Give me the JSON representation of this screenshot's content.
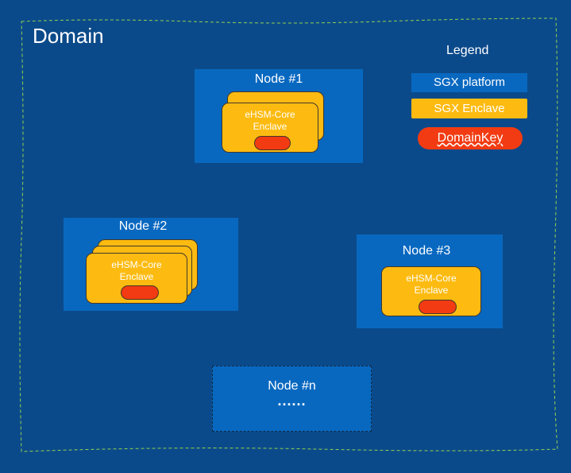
{
  "domain": {
    "title": "Domain"
  },
  "legend": {
    "title": "Legend",
    "platform_label": "SGX platform",
    "enclave_label": "SGX Enclave",
    "key_label": "DomainKey"
  },
  "nodes": [
    {
      "title": "Node #1",
      "enclave_label": "eHSM-Core\nEnclave"
    },
    {
      "title": "Node #2",
      "enclave_label": "eHSM-Core\nEnclave"
    },
    {
      "title": "Node #3",
      "enclave_label": "eHSM-Core\nEnclave"
    },
    {
      "title": "Node #n",
      "ellipsis": "......"
    }
  ],
  "colors": {
    "background": "#0b4a8a",
    "platform": "#0868c0",
    "enclave": "#fdbb11",
    "domain_key": "#f23b12",
    "domain_border": "#8fd14f"
  }
}
